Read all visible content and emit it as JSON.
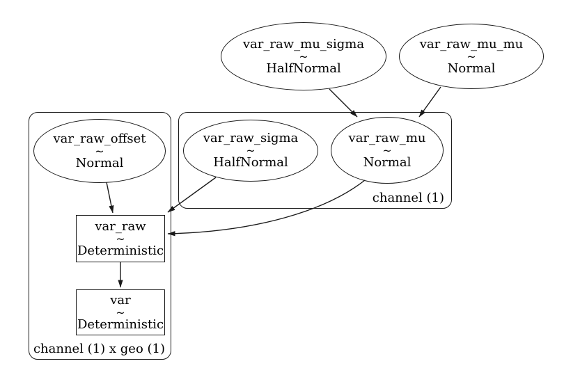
{
  "diagram": {
    "kind": "probabilistic-model-graph",
    "colors": {
      "stroke": "#000000",
      "background": "#ffffff"
    },
    "nodes": [
      {
        "id": "var_raw_mu_sigma",
        "name": "var_raw_mu_sigma",
        "tilde": "~",
        "dist": "HalfNormal",
        "shape": "ellipse"
      },
      {
        "id": "var_raw_mu_mu",
        "name": "var_raw_mu_mu",
        "tilde": "~",
        "dist": "Normal",
        "shape": "ellipse"
      },
      {
        "id": "var_raw_offset",
        "name": "var_raw_offset",
        "tilde": "~",
        "dist": "Normal",
        "shape": "ellipse"
      },
      {
        "id": "var_raw_sigma",
        "name": "var_raw_sigma",
        "tilde": "~",
        "dist": "HalfNormal",
        "shape": "ellipse"
      },
      {
        "id": "var_raw_mu",
        "name": "var_raw_mu",
        "tilde": "~",
        "dist": "Normal",
        "shape": "ellipse"
      },
      {
        "id": "var_raw",
        "name": "var_raw",
        "tilde": "~",
        "dist": "Deterministic",
        "shape": "box"
      },
      {
        "id": "var",
        "name": "var",
        "tilde": "~",
        "dist": "Deterministic",
        "shape": "box"
      }
    ],
    "plates": [
      {
        "id": "channel",
        "label": "channel (1)"
      },
      {
        "id": "channel_geo",
        "label": "channel (1) x geo (1)"
      }
    ],
    "edges": [
      {
        "from": "var_raw_mu_sigma",
        "to": "var_raw_mu"
      },
      {
        "from": "var_raw_mu_mu",
        "to": "var_raw_mu"
      },
      {
        "from": "var_raw_offset",
        "to": "var_raw"
      },
      {
        "from": "var_raw_sigma",
        "to": "var_raw"
      },
      {
        "from": "var_raw_mu",
        "to": "var_raw"
      },
      {
        "from": "var_raw",
        "to": "var"
      }
    ]
  }
}
